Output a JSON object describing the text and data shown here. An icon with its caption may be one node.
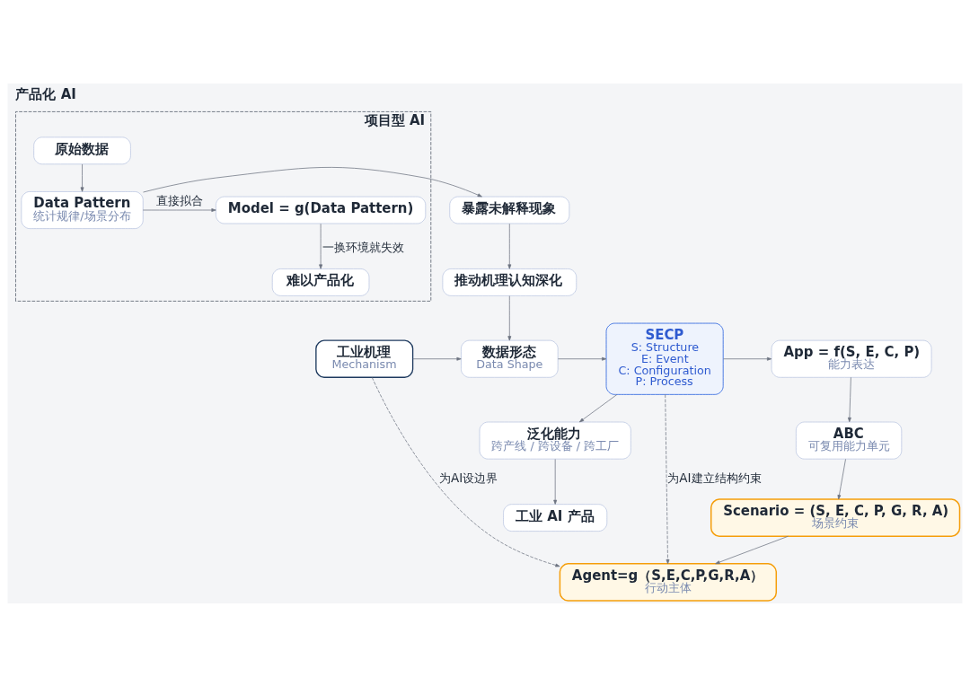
{
  "diagram": {
    "title": "产品化 AI",
    "nodes": [
      {
        "text": [
          "项目型 AI"
        ]
      },
      {
        "text": [
          "原始数据"
        ],
        "in": 0
      },
      {
        "text": [
          "Data Pattern",
          "统计规律/场景分布"
        ],
        "in": 0
      },
      {
        "text": [
          "Model = g(Data Pattern)"
        ],
        "in": 0
      },
      {
        "text": [
          "难以产品化"
        ],
        "in": 0
      },
      {
        "text": [
          "暴露未解释现象"
        ]
      },
      {
        "text": [
          "推动机理认知深化"
        ]
      },
      {
        "text": [
          "工业机理",
          "Mechanism"
        ]
      },
      {
        "text": [
          "数据形态",
          "Data Shape"
        ]
      },
      {
        "text": [
          "SECP",
          "S: Structure",
          "E: Event",
          "C: Configuration",
          "P: Process"
        ]
      },
      {
        "text": [
          "App = f(S, E, C, P)",
          "能力表达"
        ]
      },
      {
        "text": [
          "泛化能力",
          "跨产线 / 跨设备 / 跨工厂"
        ]
      },
      {
        "text": [
          "ABC",
          "可复用能力单元"
        ]
      },
      {
        "text": [
          "工业 AI 产品"
        ]
      },
      {
        "text": [
          "Scenario = (S, E, C, P, G, R, A)",
          "场景约束"
        ]
      },
      {
        "text": [
          "Agent=g（S,E,C,P,G,R,A）",
          "行动主体"
        ]
      }
    ],
    "edges": [
      {
        "from": 1,
        "to": 2,
        "arrow": "to"
      },
      {
        "from": 2,
        "to": 5,
        "arrow": "to"
      },
      {
        "from": 2,
        "to": 3,
        "arrow": "to",
        "label": "直接拟合"
      },
      {
        "from": 3,
        "to": 4,
        "arrow": "to",
        "label": "一换环境就失效"
      },
      {
        "from": 5,
        "to": 6,
        "arrow": "to"
      },
      {
        "from": 6,
        "to": 8,
        "arrow": "to"
      },
      {
        "from": 7,
        "to": 8,
        "arrow": "to"
      },
      {
        "from": 8,
        "to": 9,
        "arrow": "to"
      },
      {
        "from": 9,
        "to": 10,
        "arrow": "to"
      },
      {
        "from": 9,
        "to": 11,
        "arrow": "to"
      },
      {
        "from": 11,
        "to": 13,
        "arrow": "to"
      },
      {
        "from": 10,
        "to": 12,
        "arrow": "to"
      },
      {
        "from": 12,
        "to": 14,
        "arrow": "to"
      },
      {
        "from": 14,
        "to": 15,
        "arrow": "to"
      },
      {
        "from": 9,
        "to": 15,
        "arrow": "to",
        "style": "dashed",
        "label": "为AI建立结构约束"
      },
      {
        "from": 7,
        "to": 15,
        "arrow": "to",
        "style": "dashed",
        "label": "为AI设边界"
      }
    ]
  }
}
